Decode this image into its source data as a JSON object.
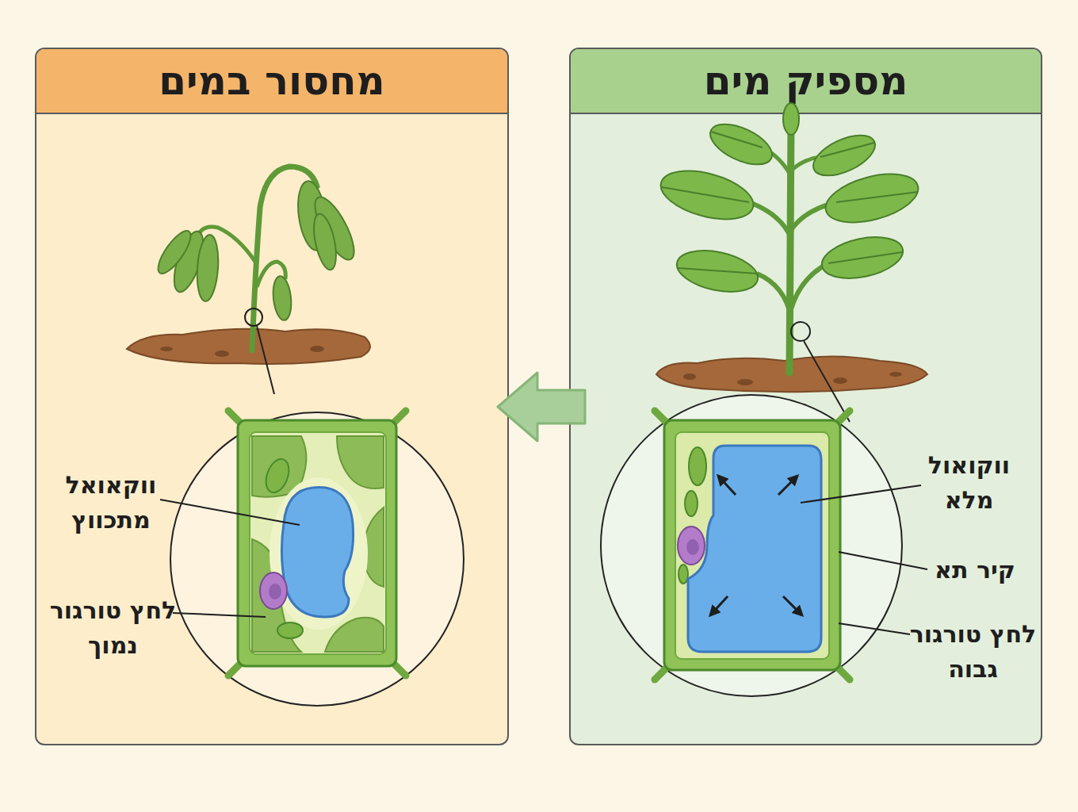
{
  "diagram": {
    "nodes": [
      {
        "text": [
          "מספיק מים"
        ]
      },
      {
        "text": [
          "מחסור במים"
        ]
      }
    ],
    "edges": [
      {
        "from": 0,
        "to": 1,
        "arrow": "to"
      }
    ],
    "labels": [
      "ווקואול מלא",
      "קיר תא",
      "לחץ טורגור גבוה",
      "ווקאואל מתכווץ",
      "לחץ טורגור נמוך"
    ]
  }
}
